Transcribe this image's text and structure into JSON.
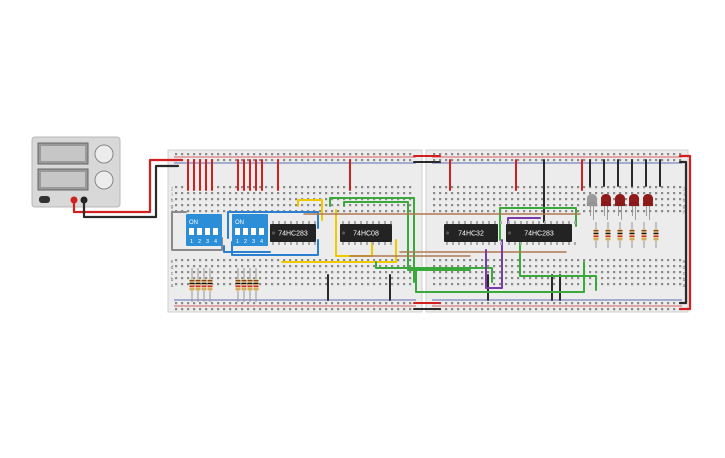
{
  "circuit": {
    "chips": [
      {
        "id": "u1",
        "label": "74HC283"
      },
      {
        "id": "u2",
        "label": "74HC08"
      },
      {
        "id": "u3",
        "label": "74HC32"
      },
      {
        "id": "u4",
        "label": "74HC283"
      }
    ],
    "dip_switches": [
      {
        "id": "sw1",
        "on_label": "ON",
        "positions": [
          "1",
          "2",
          "3",
          "4"
        ]
      },
      {
        "id": "sw2",
        "on_label": "ON",
        "positions": [
          "1",
          "2",
          "3",
          "4"
        ]
      }
    ],
    "leds": [
      {
        "id": "led1",
        "color": "#9a9a9a"
      },
      {
        "id": "led2",
        "color": "#8e1a1a"
      },
      {
        "id": "led3",
        "color": "#8e1a1a"
      },
      {
        "id": "led4",
        "color": "#8e1a1a"
      },
      {
        "id": "led5",
        "color": "#8e1a1a"
      }
    ],
    "breadboard_rows": {
      "top": [
        "j",
        "i",
        "h",
        "g",
        "f"
      ],
      "bottom": [
        "e",
        "d",
        "c",
        "b",
        "a"
      ]
    },
    "wire_colors": {
      "power": "#d22020",
      "ground": "#2a2a2a",
      "yellow": "#f0c800",
      "green": "#3aa83a",
      "blue": "#2a7fd0",
      "brown": "#b07850",
      "purple": "#7a3aa8",
      "gray": "#8a8a8a"
    }
  }
}
